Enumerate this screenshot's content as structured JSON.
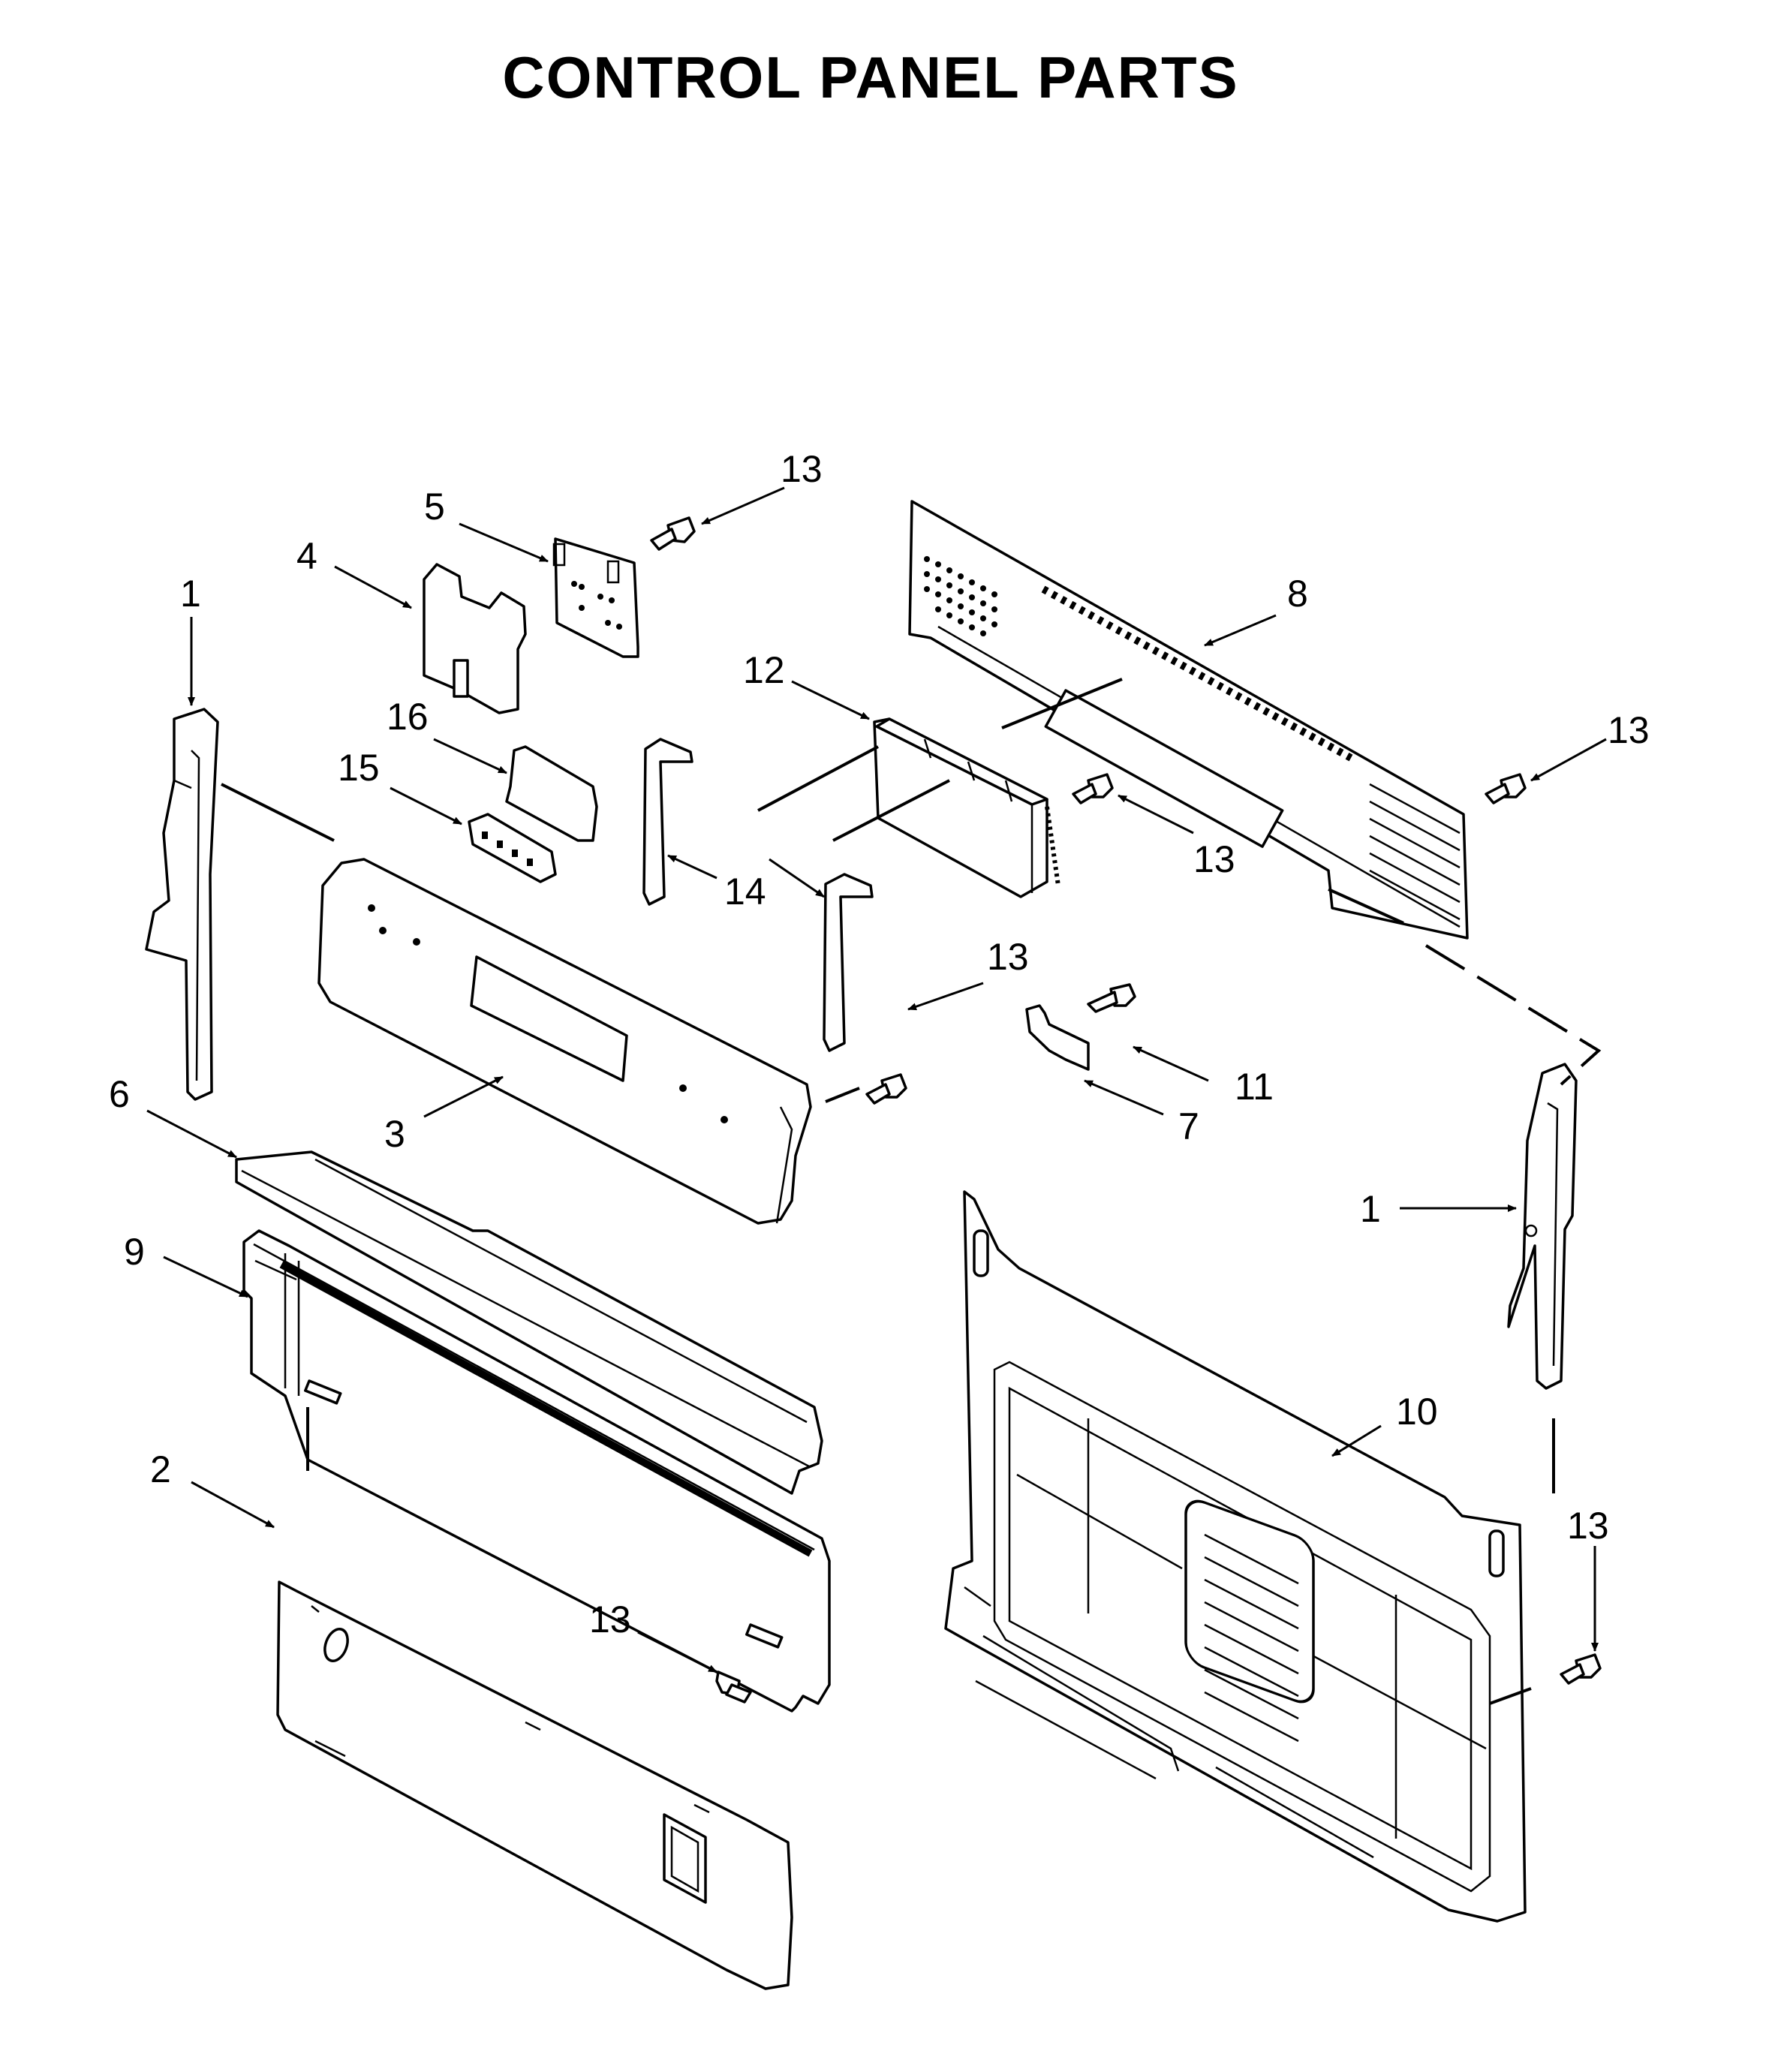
{
  "title": "CONTROL PANEL PARTS",
  "callouts": {
    "c1a": "1",
    "c1b": "1",
    "c2": "2",
    "c3": "3",
    "c4": "4",
    "c5": "5",
    "c6": "6",
    "c7": "7",
    "c8": "8",
    "c9": "9",
    "c10": "10",
    "c11": "11",
    "c12": "12",
    "c13a": "13",
    "c13b": "13",
    "c13c": "13",
    "c13d": "13",
    "c13e": "13",
    "c13f": "13",
    "c14": "14",
    "c15": "15",
    "c16": "16"
  }
}
